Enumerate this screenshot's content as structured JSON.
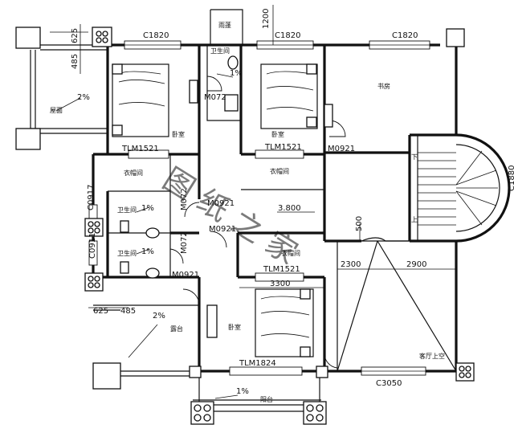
{
  "labels": {
    "c1820_a": "C1820",
    "c1820_b": "C1820",
    "c1820_c": "C1820",
    "dim_625_top": "625",
    "dim_485_top": "485",
    "dim_1200": "1200",
    "dim_625_bottom": "625",
    "dim_485_bottom": "485",
    "slope_2pct_top": "2%",
    "slope_1pct_bath_top": "1%",
    "slope_1pct_bath_mid": "1%",
    "slope_1pct_bath_low": "1%",
    "slope_2pct_bottom": "2%",
    "slope_1pct_balcony": "1%",
    "m072_a": "M072",
    "m072_b": "M072",
    "m072_c": "M072",
    "tlm1521_a": "TLM1521",
    "tlm1521_b": "TLM1521",
    "tlm1521_c": "TLM1521",
    "m0921_a": "M0921",
    "m0921_b": "M0921",
    "m0921_c": "M0921",
    "m0921_d": "M0921",
    "c0917": "C0917",
    "c0911": "C0911",
    "c1880": "C1880",
    "elev_3800": "3.800",
    "dim_500": "500",
    "dim_2300": "2300",
    "dim_2900": "2900",
    "dim_3300": "3300",
    "tlm1824": "TLM1824",
    "c3050": "C3050",
    "stair_down": "下",
    "stair_up": "上",
    "watermark": "图 纸 之 家"
  },
  "rooms": {
    "roof_top": "屋面",
    "rain_canopy": "雨蓬",
    "bath_top": "卫生间",
    "study": "书房",
    "bedroom_tl": "卧室",
    "bedroom_tc": "卧室",
    "closet_left": "衣帽间",
    "closet_center": "衣帽间",
    "bath_left_1": "卫生间",
    "bath_left_2": "卫生间",
    "closet_right": "衣帽间",
    "terrace": "露台",
    "bedroom_bottom": "卧室",
    "living_void": "客厅上空",
    "balcony": "阳台"
  }
}
